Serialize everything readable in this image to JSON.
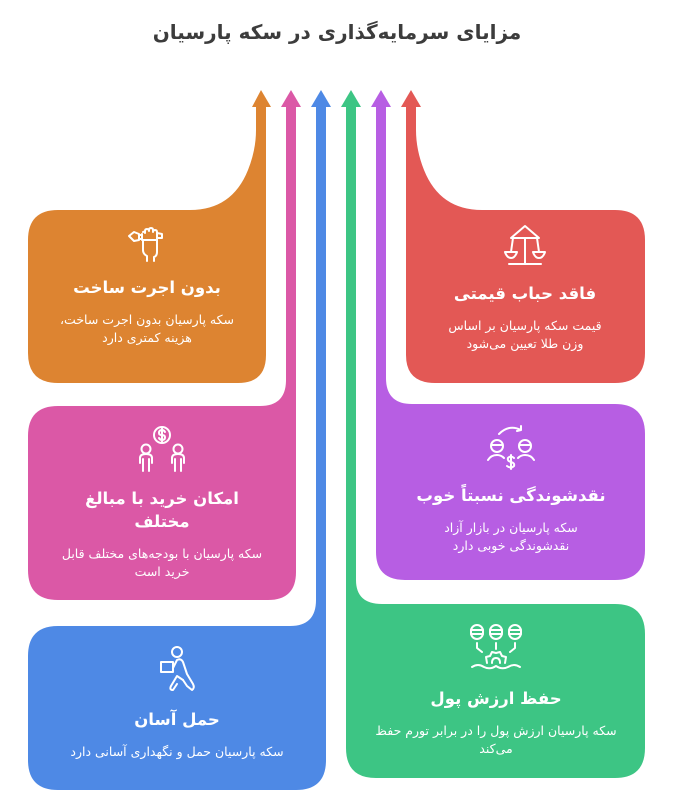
{
  "title": "مزایای سرمایه‌گذاری در سکه پارسیان",
  "colors": {
    "orange": "#DD8431",
    "pink": "#DB58A6",
    "blue": "#4E89E5",
    "green": "#3DC584",
    "purple": "#B75EE3",
    "red": "#E35855"
  },
  "cards": [
    {
      "id": "no-making-fee",
      "color": "orange",
      "icon": "hand-holding-pen-icon",
      "title": "بدون اجرت ساخت",
      "description": "سکه پارسیان بدون اجرت ساخت، هزینه کمتری دارد"
    },
    {
      "id": "no-price-bubble",
      "color": "red",
      "icon": "carousel-swing-icon",
      "title": "فاقد حباب قیمتی",
      "description": "قیمت سکه پارسیان بر اساس وزن طلا تعیین می‌شود"
    },
    {
      "id": "various-amounts",
      "color": "pink",
      "icon": "people-money-icon",
      "title": "امکان خرید با مبالغ مختلف",
      "description": "سکه پارسیان با بودجه‌های مختلف قابل خرید است"
    },
    {
      "id": "liquidity",
      "color": "purple",
      "icon": "money-exchange-people-icon",
      "title": "نقدشوندگی نسبتاً خوب",
      "description": "سکه پارسیان در بازار آزاد نقدشوندگی خوبی دارد"
    },
    {
      "id": "easy-carry",
      "color": "blue",
      "icon": "person-carrying-box-icon",
      "title": "حمل آسان",
      "description": "سکه پارسیان حمل و نگهداری آسانی دارد"
    },
    {
      "id": "value-preservation",
      "color": "green",
      "icon": "coin-stacks-gear-icon",
      "title": "حفظ ارزش پول",
      "description": "سکه پارسیان ارزش پول را در برابر تورم حفظ می‌کند"
    }
  ]
}
